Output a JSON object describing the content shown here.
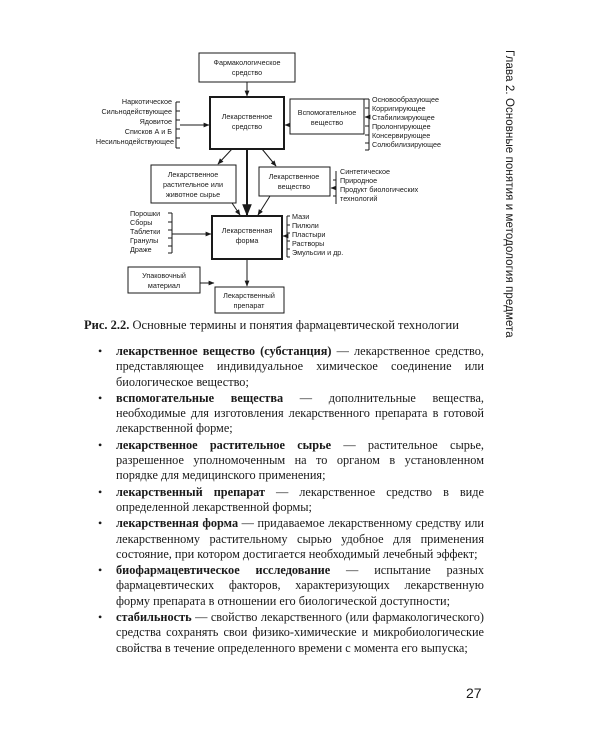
{
  "running_head": "Глава 2. Основные понятия и методология предмета",
  "diagram": {
    "pharmacological": [
      "Фармакологическое",
      "средство"
    ],
    "drug_substance": [
      "Лекарственное",
      "средство"
    ],
    "auxiliary": [
      "Вспомогательное",
      "вещество"
    ],
    "plant_raw": [
      "Лекарственное",
      "растительное или",
      "животное сырье"
    ],
    "med_substance": [
      "Лекарственное",
      "вещество"
    ],
    "dosage_form": [
      "Лекарственная",
      "форма"
    ],
    "packaging": [
      "Упаковочный",
      "материал"
    ],
    "preparation": [
      "Лекарственный",
      "препарат"
    ],
    "categories": [
      "Наркотическое",
      "Сильнодействующее",
      "Ядовитое",
      "Списков А и Б",
      "Несильнодействующее"
    ],
    "auxiliary_roles": [
      "Основообразующее",
      "Корригирующее",
      "Стабилизирующее",
      "Пролонгирующее",
      "Консервирующее",
      "Солюбилизирующее"
    ],
    "origins": [
      "Синтетическое",
      "Природное",
      "Продукт биологических",
      "технологий"
    ],
    "solid_forms": [
      "Порошки",
      "Сборы",
      "Таблетки",
      "Гранулы",
      "Драже"
    ],
    "other_forms": [
      "Мази",
      "Пилюли",
      "Пластыри",
      "Растворы",
      "Эмульсии и др."
    ]
  },
  "caption": {
    "label": "Рис. 2.2.",
    "text": "Основные термины и понятия фармацевтической технологии"
  },
  "bullet_symbol": "•",
  "items": [
    {
      "term": "лекарственное вещество (субстанция)",
      "text": " — лекарственное средство, представляющее индивидуальное химическое соединение или биологическое вещество;"
    },
    {
      "term": "вспомогательные вещества",
      "text": " — дополнительные вещества, необходимые для изготовления лекарственного препарата в готовой лекарственной форме;"
    },
    {
      "term": "лекарственное растительное сырье",
      "text": " — растительное сырье, разрешенное уполномоченным на то органом в установленном порядке для медицинского применения;"
    },
    {
      "term": "лекарственный препарат",
      "text": " — лекарственное средство в виде определенной лекарственной формы;"
    },
    {
      "term": "лекарственная форма",
      "text": " — придаваемое лекарственному средству или лекарственному растительному сырью удобное для применения состояние, при котором достигается необходимый лечебный эффект;"
    },
    {
      "term": "биофармацевтическое исследование",
      "text": " — испытание разных фармацевтических факторов, характеризующих лекарственную форму препарата в отношении его биологической доступности;"
    },
    {
      "term": "стабильность",
      "text": " — свойство лекарственного (или фармакологического) средства сохранять свои физико-химические и микробиологические свойства в течение определенного времени с момента его выпуска;"
    }
  ],
  "page_number": "27"
}
